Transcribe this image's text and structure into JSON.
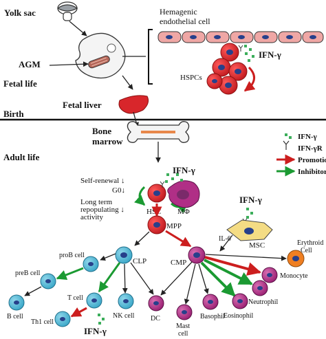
{
  "stages": {
    "fetal_life": "Fetal life",
    "birth": "Birth",
    "adult_life": "Adult life"
  },
  "sites": {
    "yolk_sac": "Yolk sac",
    "agm": "AGM",
    "fetal_liver": "Fetal liver",
    "bone_marrow": "Bone marrow"
  },
  "labels": {
    "hemagenic_endothelial": "Hemagenic endothelial cell",
    "hspcs": "HSPCs",
    "ifn_gamma": "IFN-γ",
    "self_renewal": "Self-renewal",
    "g0": "G0",
    "long_term": "Long term repopulating activity",
    "hsc": "HSC",
    "macrophage": "MΦ",
    "mpp": "MPP",
    "il6": "IL-6",
    "msc": "MSC",
    "clp": "CLP",
    "cmp": "CMP"
  },
  "cells": {
    "prob": "proB cell",
    "preb": "preB cell",
    "bcell": "B cell",
    "tcell": "T cell",
    "th1": "Th1 cell",
    "nk": "NK cell",
    "dc": "DC",
    "mast": "Mast cell",
    "basophil": "Basophil",
    "eosinophil": "Eosinophil",
    "neutrophil": "Neutrophil",
    "monocyte": "Monocyte",
    "erythroid": "Erythroid Cell"
  },
  "legend": {
    "ifn_gamma": "IFN-γ",
    "ifn_gamma_r": "IFN-γR",
    "promotion": "Promotion",
    "inhibitory": "Inhibitory"
  },
  "colors": {
    "red_cell": "#d8262b",
    "purple_cell": "#b02f86",
    "cyan_cell": "#55bcd8",
    "orange_cell": "#ef7f22",
    "msc_cell": "#f4dc84",
    "endothelial": "#efa7a5",
    "nucleus": "#27408b",
    "promotion_arrow": "#cc1e1e",
    "inhibitory_arrow": "#1b9a32",
    "ifn_dot": "#3cae5b"
  }
}
